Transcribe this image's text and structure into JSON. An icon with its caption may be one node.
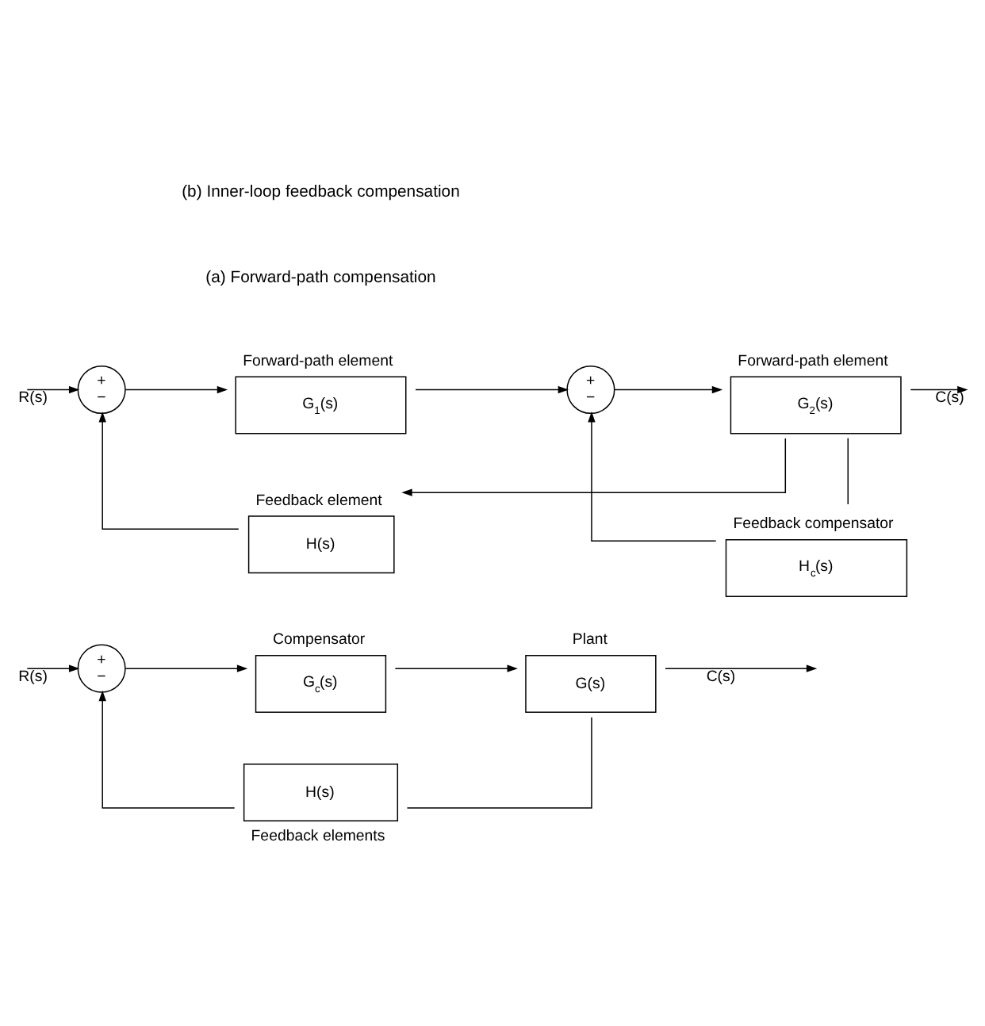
{
  "diagram": {
    "nodes": [
      {
        "text": [
          "+",
          "−"
        ]
      },
      {
        "text": [
          "G$_{c}$(s)"
        ],
        "beside": [
          "Compensator"
        ]
      },
      {
        "text": [
          "G(s)"
        ],
        "beside": [
          "Plant"
        ]
      },
      {
        "text": [
          "H(s)"
        ],
        "beside": [
          "Feedback elements"
        ]
      },
      {
        "text": [
          "+",
          "−"
        ]
      },
      {
        "text": [
          "G$_{1}$(s)"
        ],
        "beside": [
          "Forward-path element"
        ]
      },
      {
        "text": [
          "+",
          "−"
        ]
      },
      {
        "text": [
          "G$_{2}$(s)"
        ],
        "beside": [
          "Forward-path element"
        ]
      },
      {
        "text": [
          "H$_{c}$(s)"
        ],
        "beside": [
          "Feedback compensator"
        ]
      },
      {
        "text": [
          "H(s)"
        ],
        "beside": [
          "Feedback element"
        ]
      }
    ],
    "edges": [
      {
        "from": null,
        "to": 0,
        "arrow": "to",
        "label": "R(s)"
      },
      {
        "from": 0,
        "to": 1,
        "arrow": "to"
      },
      {
        "from": 1,
        "to": 2,
        "arrow": "to"
      },
      {
        "from": 2,
        "to": null,
        "arrow": "to",
        "label": "C(s)"
      },
      {
        "from": 2,
        "to": 3,
        "arrow": "none"
      },
      {
        "from": 3,
        "to": 0,
        "arrow": "to"
      },
      {
        "from": null,
        "to": 4,
        "arrow": "to",
        "label": "R(s)"
      },
      {
        "from": 4,
        "to": 5,
        "arrow": "to"
      },
      {
        "from": 5,
        "to": 6,
        "arrow": "to"
      },
      {
        "from": 6,
        "to": 7,
        "arrow": "to"
      },
      {
        "from": 7,
        "to": null,
        "arrow": "to",
        "label": "C(s)"
      },
      {
        "from": 7,
        "to": 8,
        "arrow": "none"
      },
      {
        "from": 8,
        "to": 6,
        "arrow": "to"
      },
      {
        "from": 7,
        "to": 9,
        "arrow": "to"
      },
      {
        "from": 9,
        "to": 4,
        "arrow": "to"
      }
    ],
    "labels": [
      "(a) Forward-path compensation",
      "(b) Inner-loop feedback compensation"
    ]
  }
}
